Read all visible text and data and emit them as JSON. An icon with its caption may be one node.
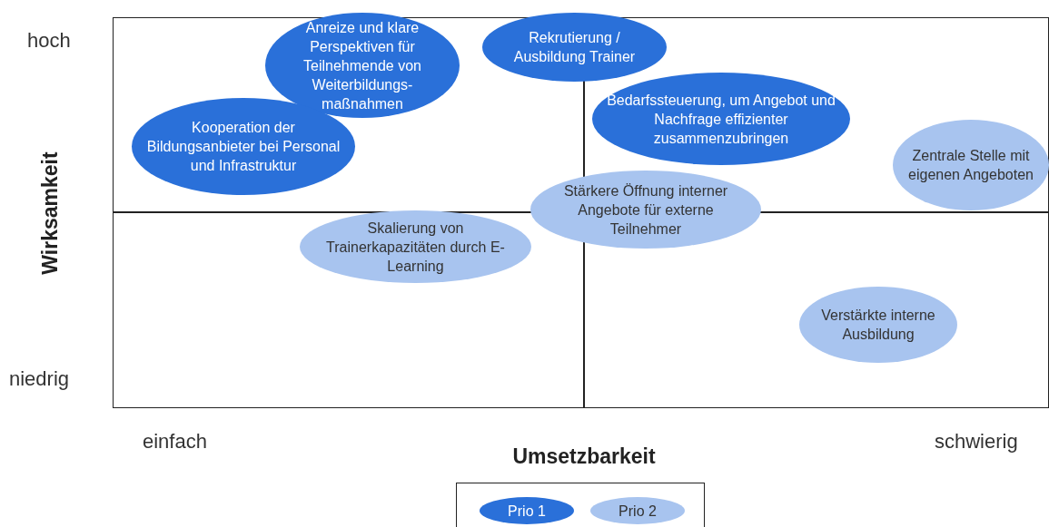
{
  "diagram": {
    "nodes": [
      {
        "text": [
          "Anreize und klare Perspektiven für Teilnehmende von Weiterbildungs-maßnahmen"
        ]
      },
      {
        "text": [
          "Rekrutierung / Ausbildung Trainer"
        ]
      },
      {
        "text": [
          "Bedarfssteuerung, um Angebot und Nachfrage effizienter zusammenzubringen"
        ]
      },
      {
        "text": [
          "Kooperation der Bildungsanbieter bei Personal und Infrastruktur"
        ]
      },
      {
        "text": [
          "Zentrale Stelle mit eigenen Angeboten"
        ]
      },
      {
        "text": [
          "Stärkere Öffnung interner Angebote für externe Teilnehmer"
        ]
      },
      {
        "text": [
          "Skalierung von Trainerkapazitäten durch E-Learning"
        ]
      },
      {
        "text": [
          "Verstärkte interne Ausbildung"
        ]
      }
    ],
    "labels": [
      "hoch",
      "Wirksamkeit",
      "niedrig",
      "einfach",
      "Umsetzbarkeit",
      "schwierig"
    ],
    "legend": [
      {
        "text": "Prio 1",
        "color": "#2a70d9"
      },
      {
        "text": "Prio 2",
        "color": "#a8c4ef"
      }
    ]
  }
}
